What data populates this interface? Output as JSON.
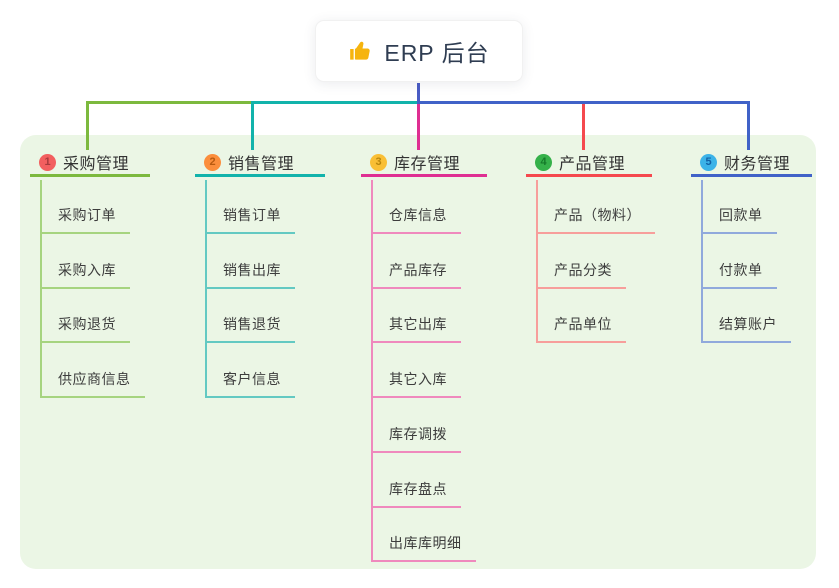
{
  "page": {
    "background": "#ffffff",
    "panel_background": "#ebf6e5",
    "header_text_color": "#333333",
    "child_text_color": "#3d3d3d"
  },
  "root": {
    "label": "ERP 后台",
    "icon": "thumbs-up",
    "icon_color": "#f6b40e",
    "stem_color": "#4a5cc5",
    "card_background": "#ffffff",
    "text_color": "#2f3d52"
  },
  "connector": {
    "segment_colors": [
      "#7cb93e",
      "#12b3ab",
      "#4062c8"
    ]
  },
  "branches": [
    {
      "badge": {
        "number": "1",
        "background": "#f25f5f",
        "digit_color": "#a83a3c"
      },
      "label": "采购管理",
      "line_color": "#7cb93e",
      "child_line_color": "#a6d47f",
      "children": [
        "采购订单",
        "采购入库",
        "采购退货",
        "供应商信息"
      ]
    },
    {
      "badge": {
        "number": "2",
        "background": "#fb8e3c",
        "digit_color": "#b85a10"
      },
      "label": "销售管理",
      "line_color": "#12b3ab",
      "child_line_color": "#63c9c2",
      "children": [
        "销售订单",
        "销售出库",
        "销售退货",
        "客户信息"
      ]
    },
    {
      "badge": {
        "number": "3",
        "background": "#f9bf35",
        "digit_color": "#b8860d"
      },
      "label": "库存管理",
      "line_color": "#df2f92",
      "child_line_color": "#ef89bd",
      "children": [
        "仓库信息",
        "产品库存",
        "其它出库",
        "其它入库",
        "库存调拨",
        "库存盘点",
        "出库库明细"
      ]
    },
    {
      "badge": {
        "number": "4",
        "background": "#35b14a",
        "digit_color": "#157a2a"
      },
      "label": "产品管理",
      "line_color": "#f5494e",
      "child_line_color": "#f79e9b",
      "children": [
        "产品（物料）",
        "产品分类",
        "产品单位"
      ]
    },
    {
      "badge": {
        "number": "5",
        "background": "#3cb3e8",
        "digit_color": "#1261a6"
      },
      "label": "财务管理",
      "line_color": "#4062c8",
      "child_line_color": "#90a9dc",
      "children": [
        "回款单",
        "付款单",
        "结算账户"
      ]
    }
  ]
}
